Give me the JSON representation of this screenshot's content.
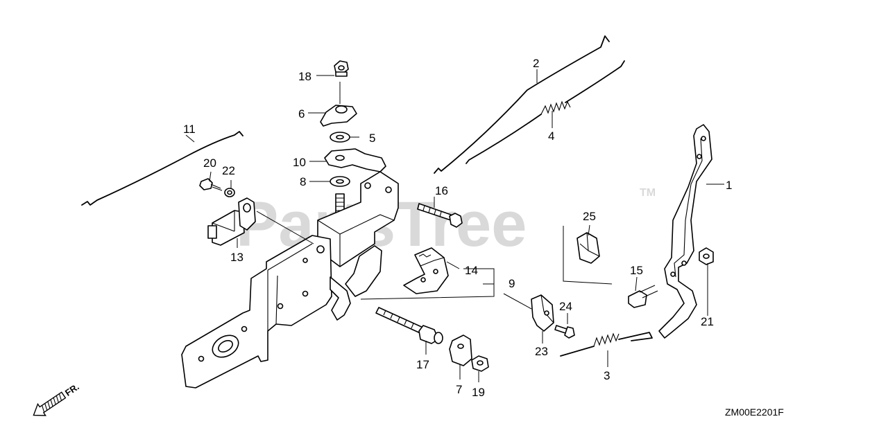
{
  "watermark": {
    "brand": "PartsTree",
    "trademark": "TM"
  },
  "diagram_code": "ZM00E2201F",
  "front_indicator": "FR.",
  "callouts": {
    "p1": "1",
    "p2": "2",
    "p3": "3",
    "p4": "4",
    "p5": "5",
    "p6": "6",
    "p7": "7",
    "p8": "8",
    "p9": "9",
    "p10": "10",
    "p11": "11",
    "p13": "13",
    "p14": "14",
    "p15": "15",
    "p16": "16",
    "p17": "17",
    "p18": "18",
    "p19": "19",
    "p20": "20",
    "p21": "21",
    "p22": "22",
    "p23": "23",
    "p24": "24",
    "p25": "25"
  }
}
